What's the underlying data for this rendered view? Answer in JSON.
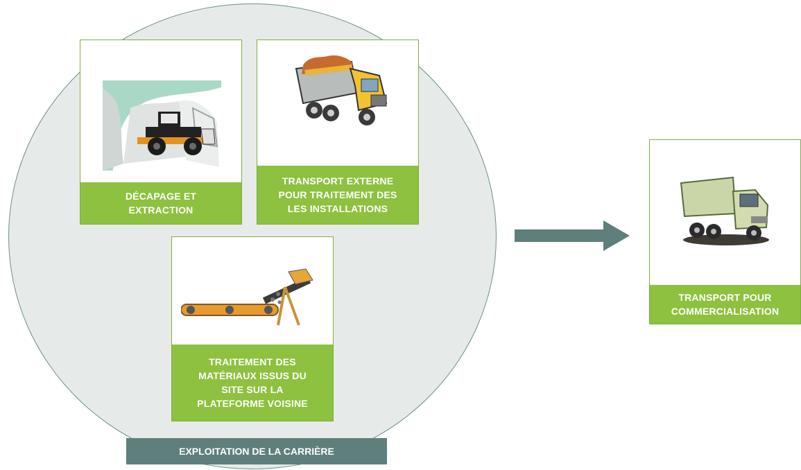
{
  "steps": {
    "decapage": {
      "label": "DÉCAPAGE ET\nEXTRACTION",
      "icon": "wheel-loader-icon"
    },
    "transport_externe": {
      "label": "TRANSPORT EXTERNE\nPOUR TRAITEMENT DES\nLES INSTALLATIONS",
      "icon": "dump-truck-icon"
    },
    "traitement": {
      "label": "TRAITEMENT DES\nMATÉRIAUX ISSUS DU\nSITE SUR LA\nPLATEFORME VOISINE",
      "icon": "conveyor-belt-icon"
    },
    "commercialisation": {
      "label": "TRANSPORT POUR\nCOMMERCIALISATION",
      "icon": "tipper-truck-icon"
    }
  },
  "banner": {
    "label": "EXPLOITATION DE LA CARRIÈRE"
  },
  "colors": {
    "label_green": "#8dc13f",
    "card_border": "#7fae3a",
    "banner_teal": "#5e7f7b",
    "circle_fill": "#e6ebea",
    "arrow": "#5e7f7b"
  }
}
